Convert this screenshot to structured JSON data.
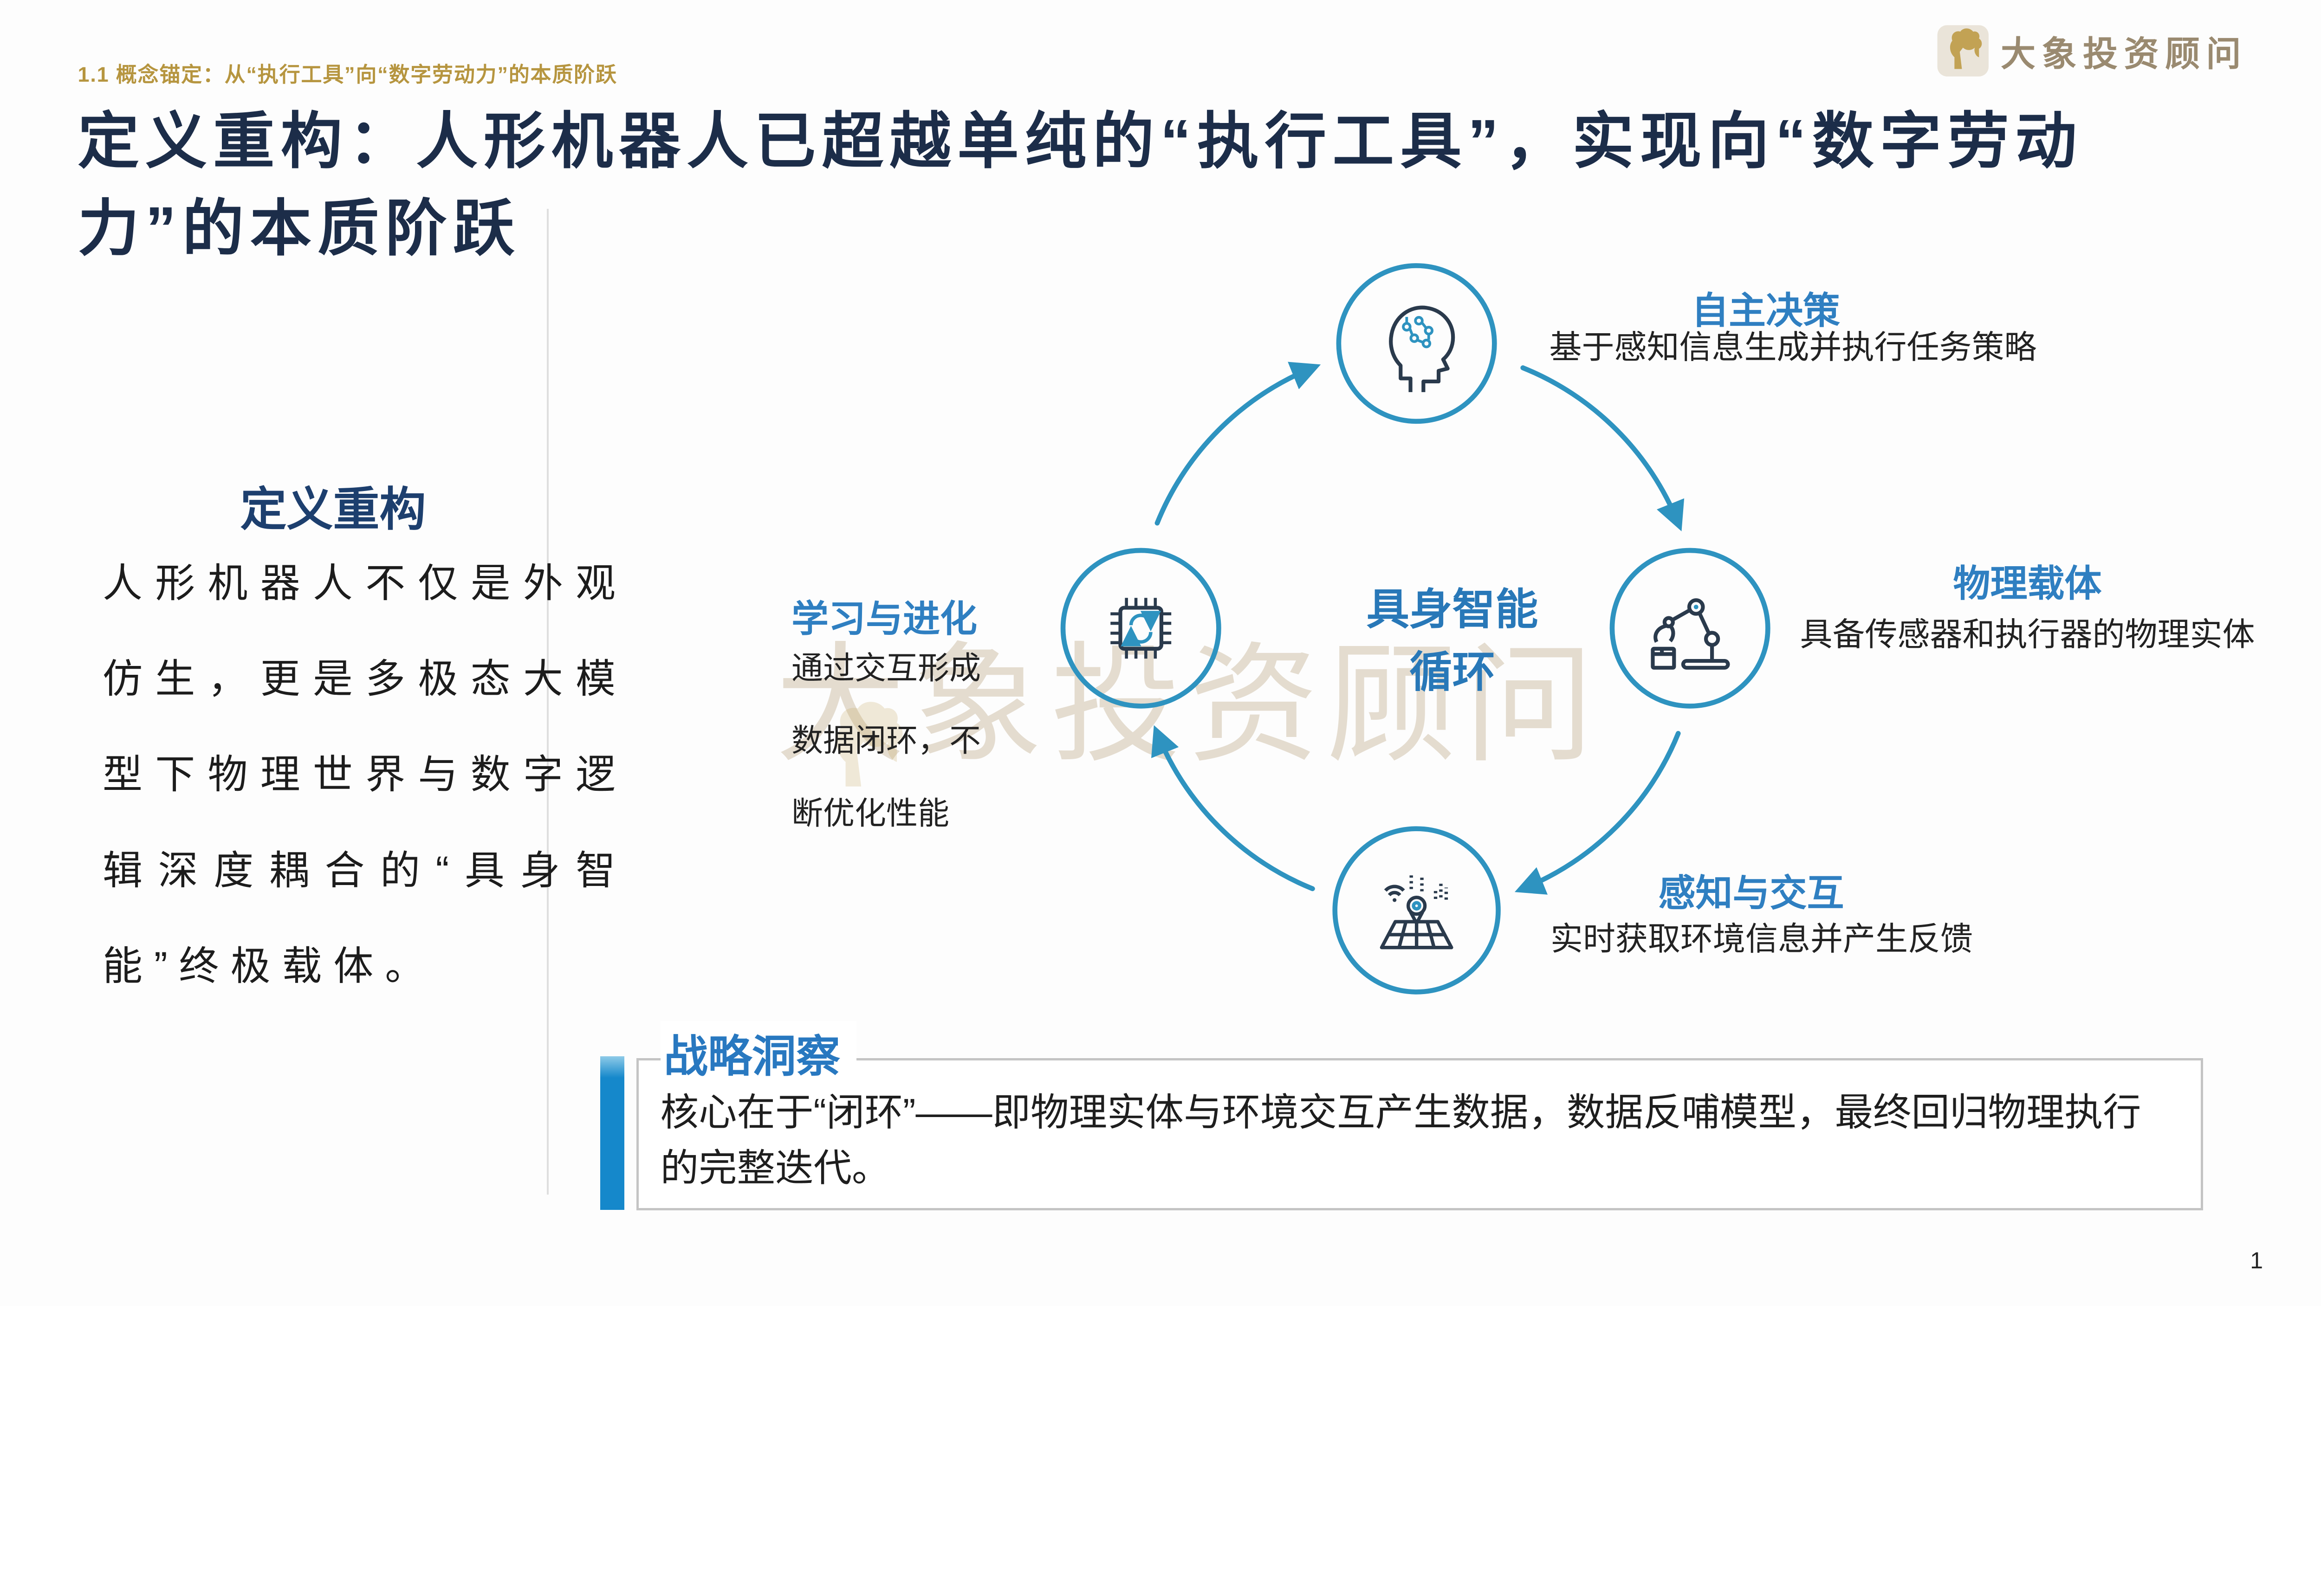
{
  "page": {
    "number": "1"
  },
  "colors": {
    "accent_gold": "#b6953f",
    "title_navy": "#1c2d49",
    "sidebar_navy": "#1d3f6e",
    "label_blue": "#2f7fc1",
    "center_blue": "#2878b8",
    "ring_teal": "#2e93c0",
    "icon_navy": "#2a3a4c",
    "insight_bar_blue": "#1588cb",
    "insight_border_gray": "#c4c4c4",
    "watermark_tan": "#c5b491",
    "logo_brown": "#9a8a70"
  },
  "header": {
    "eyebrow": "1.1 概念锚定：从“执行工具”向“数字劳动力”的本质阶跃",
    "title": "定义重构：人形机器人已超越单纯的“执行工具”，实现向“数字劳动力”的本质阶跃"
  },
  "logo": {
    "name": "大象投资顾问"
  },
  "sidebar": {
    "heading": "定义重构",
    "body": "人形机器人不仅是外观仿生，更是多极态大模型下物理世界与数字逻辑深度耦合的“具身智能”终极载体。"
  },
  "diagram": {
    "center_label": "具身智能\n循环",
    "watermark": "大象投资顾问",
    "nodes": {
      "decision": {
        "label": "自主决策",
        "desc": "基于感知信息生成并执行任务策略",
        "icon": "brain-head-icon"
      },
      "physical": {
        "label": "物理载体",
        "desc": "具备传感器和执行器的物理实体",
        "icon": "robot-arm-icon"
      },
      "perception": {
        "label": "感知与交互",
        "desc": "实时获取环境信息并产生反馈",
        "icon": "sensor-map-icon"
      },
      "learning": {
        "label": "学习与进化",
        "desc": "通过交互形成\n数据闭环，不\n断优化性能",
        "icon": "chip-cycle-icon"
      }
    }
  },
  "insight": {
    "title": "战略洞察",
    "body": "核心在于“闭环”——即物理实体与环境交互产生数据，数据反哺模型，最终回归物理执行的完整迭代。"
  }
}
